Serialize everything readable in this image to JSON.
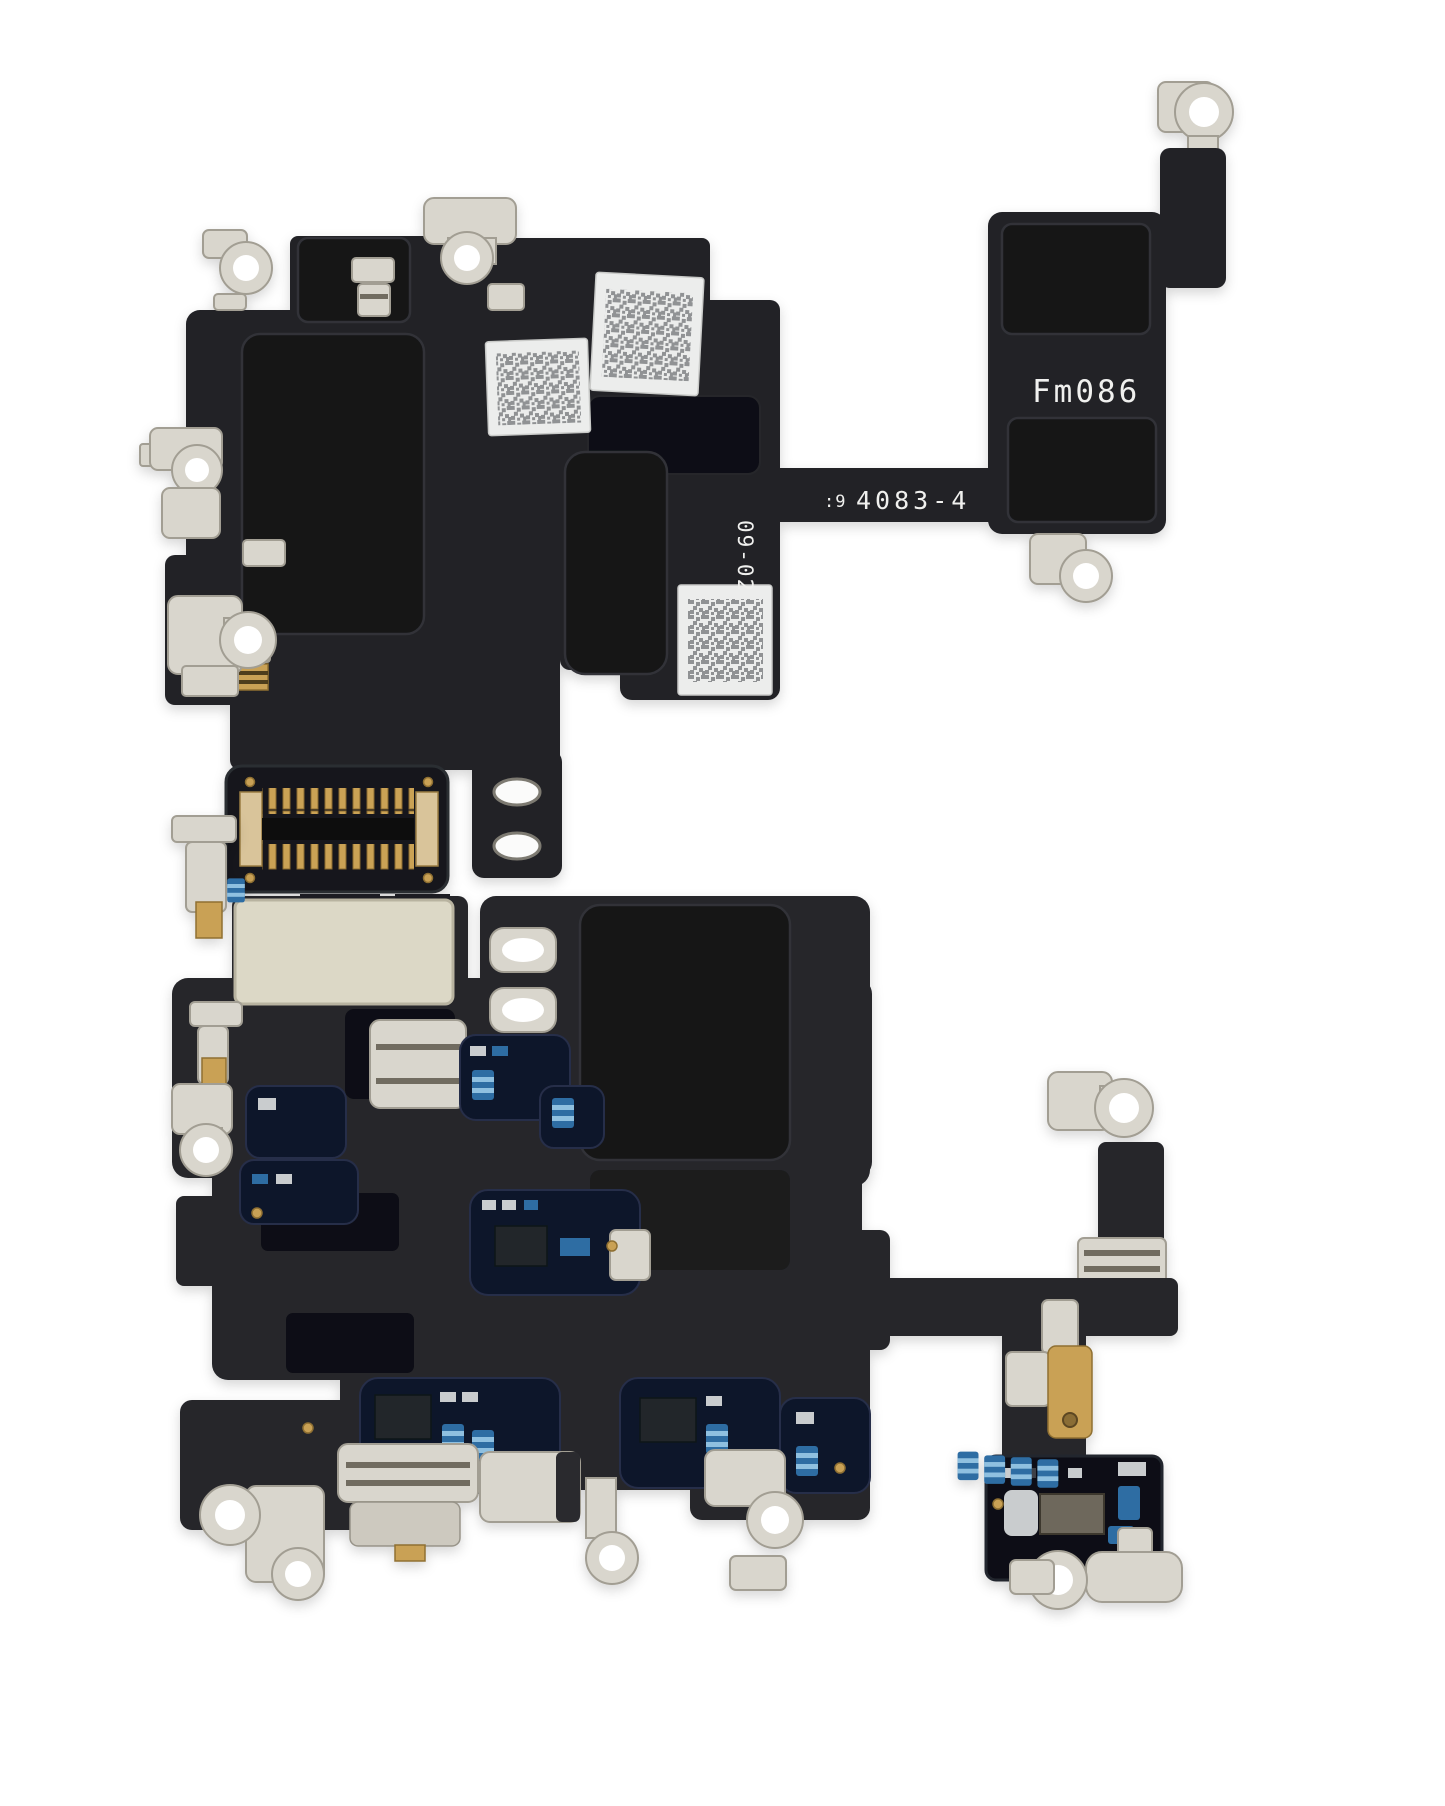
{
  "image": {
    "type": "product-photo",
    "subject": "Wi-Fi antenna flex cable assembly, two views (front and back) on white background"
  },
  "markings": {
    "model_code": "Fm086",
    "serial_prefix": ":9",
    "serial_number": "4083-4",
    "batch_code": "09-02"
  },
  "colors": {
    "background": "#ffffff",
    "flex_black": "#222327",
    "foam_pad_black": "#141518",
    "metal_silver": "#d9d6cd",
    "gold_contact": "#c9a155",
    "beige_shield": "#dcd8c6",
    "label_white": "#ecedec",
    "qr_module_gray": "#909294",
    "epoxy_navy": "#10162a",
    "capacitor_blue": "#2e6da3",
    "chip_gray": "#6e675b",
    "marking_text": "#f0f0ee"
  }
}
